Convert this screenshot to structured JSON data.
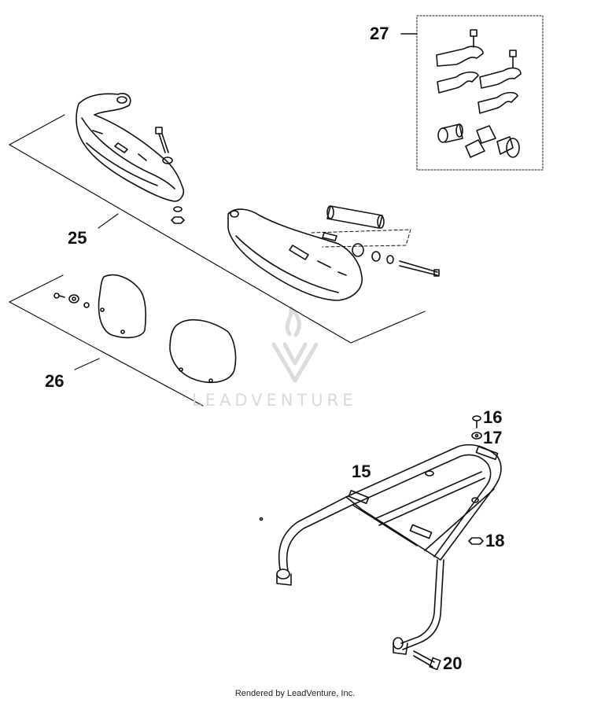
{
  "diagram": {
    "callouts": {
      "c27": "27",
      "c25": "25",
      "c26": "26",
      "c15": "15",
      "c16": "16",
      "c17": "17",
      "c18": "18",
      "c20": "20"
    },
    "watermark": "LEADVENTURE",
    "footer": "Rendered by LeadVenture, Inc."
  },
  "colors": {
    "line": "#111111",
    "watermark": "#d9d9d9"
  }
}
